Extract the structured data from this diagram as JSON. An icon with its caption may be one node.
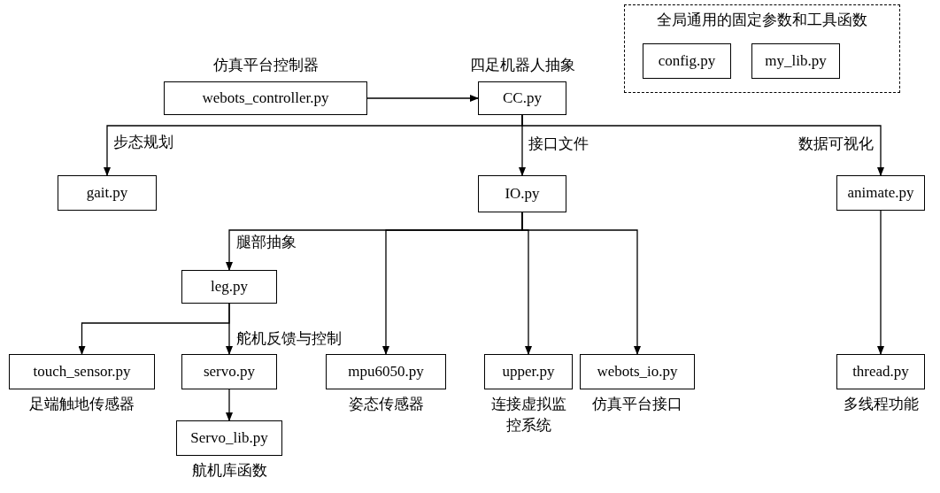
{
  "diagram": {
    "nodes": [
      {
        "text": [
          "全局通用的固定参数和工具函数"
        ]
      },
      {
        "text": [
          "config.py"
        ],
        "in": 0
      },
      {
        "text": [
          "my_lib.py"
        ],
        "in": 0
      },
      {
        "text": [
          "webots_controller.py"
        ],
        "beside": [
          "仿真平台控制器"
        ]
      },
      {
        "text": [
          "CC.py"
        ],
        "beside": [
          "四足机器人抽象"
        ]
      },
      {
        "text": [
          "gait.py"
        ]
      },
      {
        "text": [
          "IO.py"
        ]
      },
      {
        "text": [
          "animate.py"
        ]
      },
      {
        "text": [
          "leg.py"
        ]
      },
      {
        "text": [
          "touch_sensor.py"
        ],
        "beside": [
          "足端触地传感器"
        ]
      },
      {
        "text": [
          "servo.py"
        ]
      },
      {
        "text": [
          "mpu6050.py"
        ],
        "beside": [
          "姿态传感器"
        ]
      },
      {
        "text": [
          "upper.py"
        ],
        "beside": [
          "连接虚拟监控系统"
        ]
      },
      {
        "text": [
          "webots_io.py"
        ],
        "beside": [
          "仿真平台接口"
        ]
      },
      {
        "text": [
          "thread.py"
        ],
        "beside": [
          "多线程功能"
        ]
      },
      {
        "text": [
          "Servo_lib.py"
        ],
        "beside": [
          "航机库函数"
        ]
      }
    ],
    "edges": [
      {
        "from": 3,
        "to": 4,
        "arrow": "to"
      },
      {
        "from": 4,
        "to": 5,
        "arrow": "to",
        "label": "步态规划"
      },
      {
        "from": 4,
        "to": 6,
        "arrow": "to",
        "label": "接口文件"
      },
      {
        "from": 4,
        "to": 7,
        "arrow": "to",
        "label": "数据可视化"
      },
      {
        "from": 6,
        "to": 8,
        "arrow": "to",
        "label": "腿部抽象"
      },
      {
        "from": 6,
        "to": 11,
        "arrow": "to"
      },
      {
        "from": 6,
        "to": 12,
        "arrow": "to"
      },
      {
        "from": 6,
        "to": 13,
        "arrow": "to"
      },
      {
        "from": 8,
        "to": 9,
        "arrow": "to"
      },
      {
        "from": 8,
        "to": 10,
        "arrow": "to",
        "label": "舵机反馈与控制"
      },
      {
        "from": 10,
        "to": 15,
        "arrow": "to"
      },
      {
        "from": 7,
        "to": 14,
        "arrow": "to"
      }
    ]
  }
}
